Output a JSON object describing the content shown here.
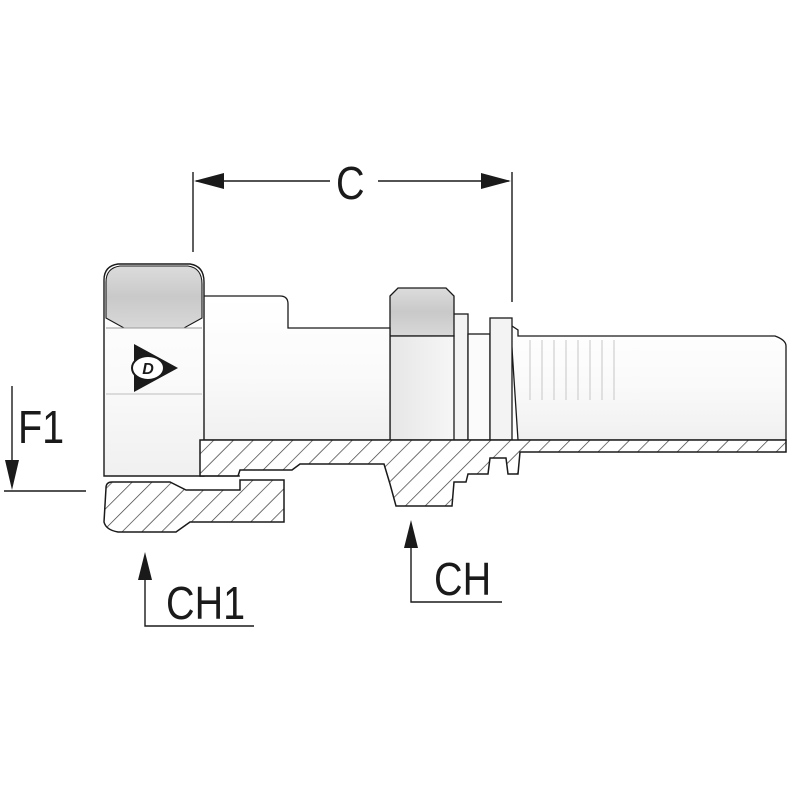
{
  "dimensions": {
    "c_label": "C",
    "f1_label": "F1",
    "ch1_label": "CH1",
    "ch_label": "CH"
  },
  "logo": {
    "icon": "dunlop-d-logo",
    "letter": "D"
  },
  "colors": {
    "line": "#1a1a1a",
    "body_fill": "#ffffff",
    "hatch": "#3a3a3a",
    "shade_dark": "#cfcfcf",
    "shade_light": "#f4f4f4"
  }
}
